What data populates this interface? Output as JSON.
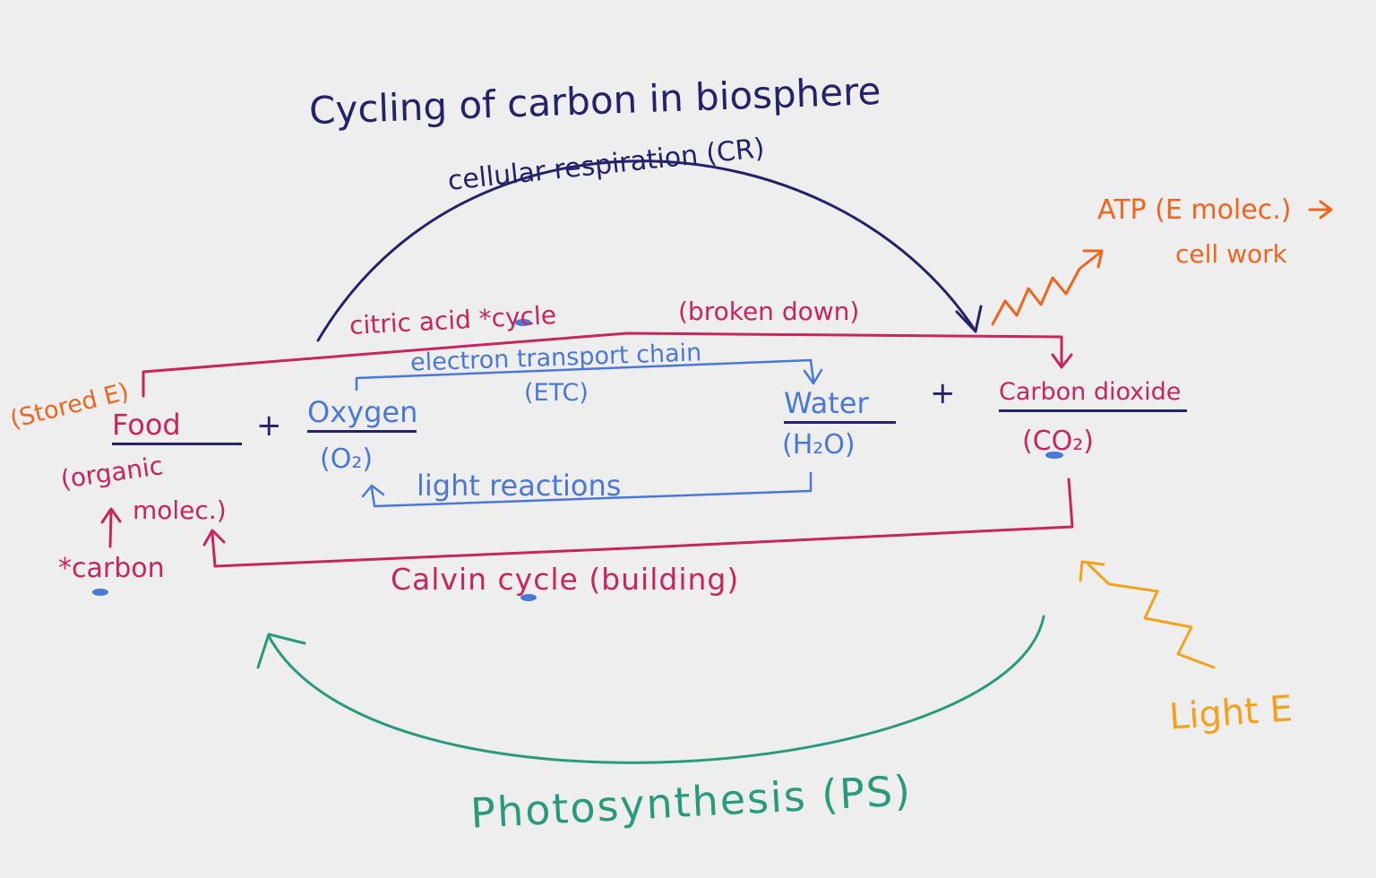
{
  "title": "Cycling of carbon in biosphere",
  "cellular_respiration": "cellular respiration (CR)",
  "citric_acid_cycle": "citric acid *cycle",
  "broken_down": "(broken down)",
  "etc_name": "electron transport chain",
  "etc_abbr": "(ETC)",
  "atp": "ATP (E molec.)",
  "cell_work": "cell work",
  "stored_e": "(Stored E)",
  "food": "Food",
  "plus": "+",
  "oxygen": "Oxygen",
  "o2": "(O₂)",
  "water": "Water",
  "h2o": "(H₂O)",
  "carbon_dioxide": "Carbon dioxide",
  "co2": "(CO₂)",
  "organic_line1": "(organic",
  "organic_line2": "molec.)",
  "carbon": "*carbon",
  "light_reactions": "light reactions",
  "calvin_cycle": "Calvin cycle (building)",
  "light_e": "Light E",
  "photosynthesis": "Photosynthesis (PS)",
  "colors": {
    "navy": "#23226b",
    "pink": "#c8245e",
    "blue": "#4a78d8",
    "orange": "#f0651e",
    "amber": "#f4a21c",
    "teal": "#2a9a7c"
  }
}
